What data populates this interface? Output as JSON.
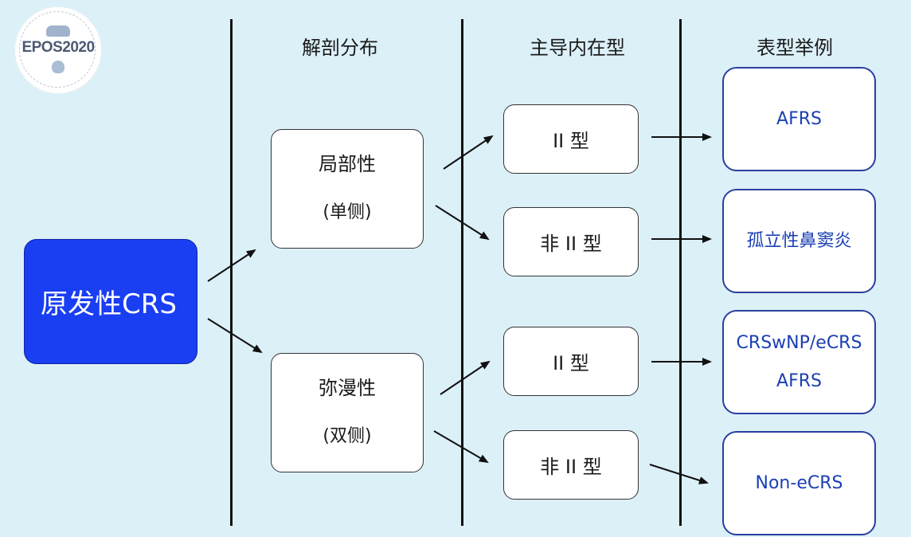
{
  "logo": {
    "text": "EPOS2020"
  },
  "headers": {
    "anatomy": "解剖分布",
    "endotype": "主导内在型",
    "phenotype": "表型举例"
  },
  "primary": {
    "label": "原发性CRS"
  },
  "anatomy": [
    {
      "title": "局部性",
      "sub": "(单侧)"
    },
    {
      "title": "弥漫性",
      "sub": "(双侧)"
    }
  ],
  "endotypes": [
    {
      "label": "II 型"
    },
    {
      "label": "非 II 型"
    },
    {
      "label": "II 型"
    },
    {
      "label": "非 II 型"
    }
  ],
  "phenotypes": [
    {
      "lines": [
        "AFRS"
      ]
    },
    {
      "lines": [
        "孤立性鼻窦炎"
      ]
    },
    {
      "lines": [
        "CRSwNP/eCRS",
        "AFRS"
      ]
    },
    {
      "lines": [
        "Non-eCRS"
      ]
    }
  ],
  "colors": {
    "background": "#dcf0f8",
    "primary_fill": "#1a3ef2",
    "outcome_border": "#2a3f9f",
    "outcome_text": "#1a3fb3"
  }
}
